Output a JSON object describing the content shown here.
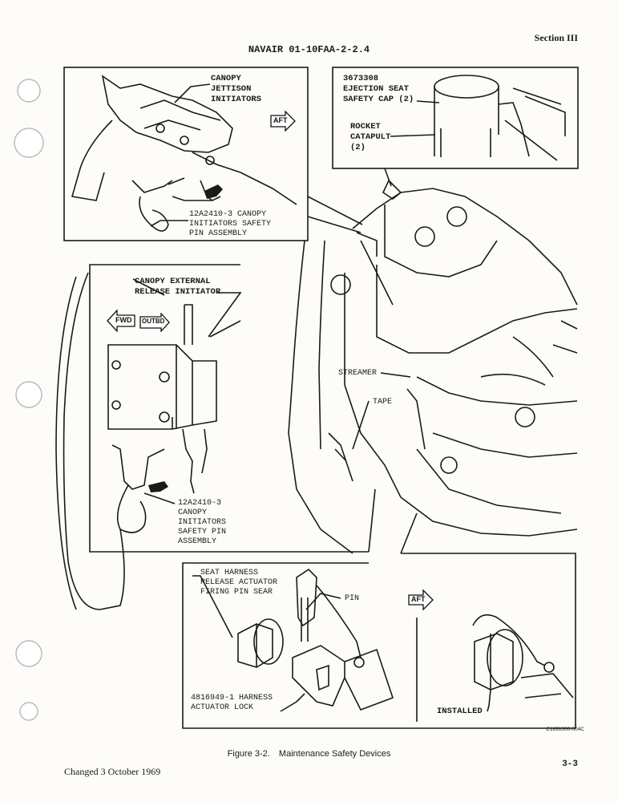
{
  "header": {
    "section": "Section III",
    "document_number": "NAVAIR 01-10FAA-2-2.4"
  },
  "callouts": {
    "canopy_jettison": "CANOPY\nJETTISON\nINITIATORS",
    "ejection_cap": "3673308\nEJECTION SEAT\nSAFETY CAP (2)",
    "rocket_catapult": "ROCKET\nCATAPULT\n(2)",
    "canopy_pin_top": "12A2410-3 CANOPY\nINITIATORS SAFETY\nPIN ASSEMBLY",
    "canopy_external": "CANOPY EXTERNAL\nRELEASE INITIATOR",
    "canopy_pin_left": "12A2410-3\nCANOPY\nINITIATORS\nSAFETY PIN\nASSEMBLY",
    "streamer": "STREAMER",
    "tape": "TAPE",
    "seat_harness": "SEAT HARNESS\nRELEASE ACTUATOR\nFIRING PIN SEAR",
    "pin": "PIN",
    "harness_lock": "4816949-1 HARNESS\nACTUATOR LOCK",
    "installed": "INSTALLED"
  },
  "direction_tags": {
    "aft_top": "AFT",
    "fwd": "FWD",
    "outbd": "OUTBD",
    "aft_bottom": "AFT"
  },
  "figure": {
    "number": "Figure 3-2.",
    "title": "Maintenance Safety Devices",
    "code": "C1691000-004C"
  },
  "footer": {
    "changed": "Changed 3 October 1969",
    "page": "3-3"
  }
}
